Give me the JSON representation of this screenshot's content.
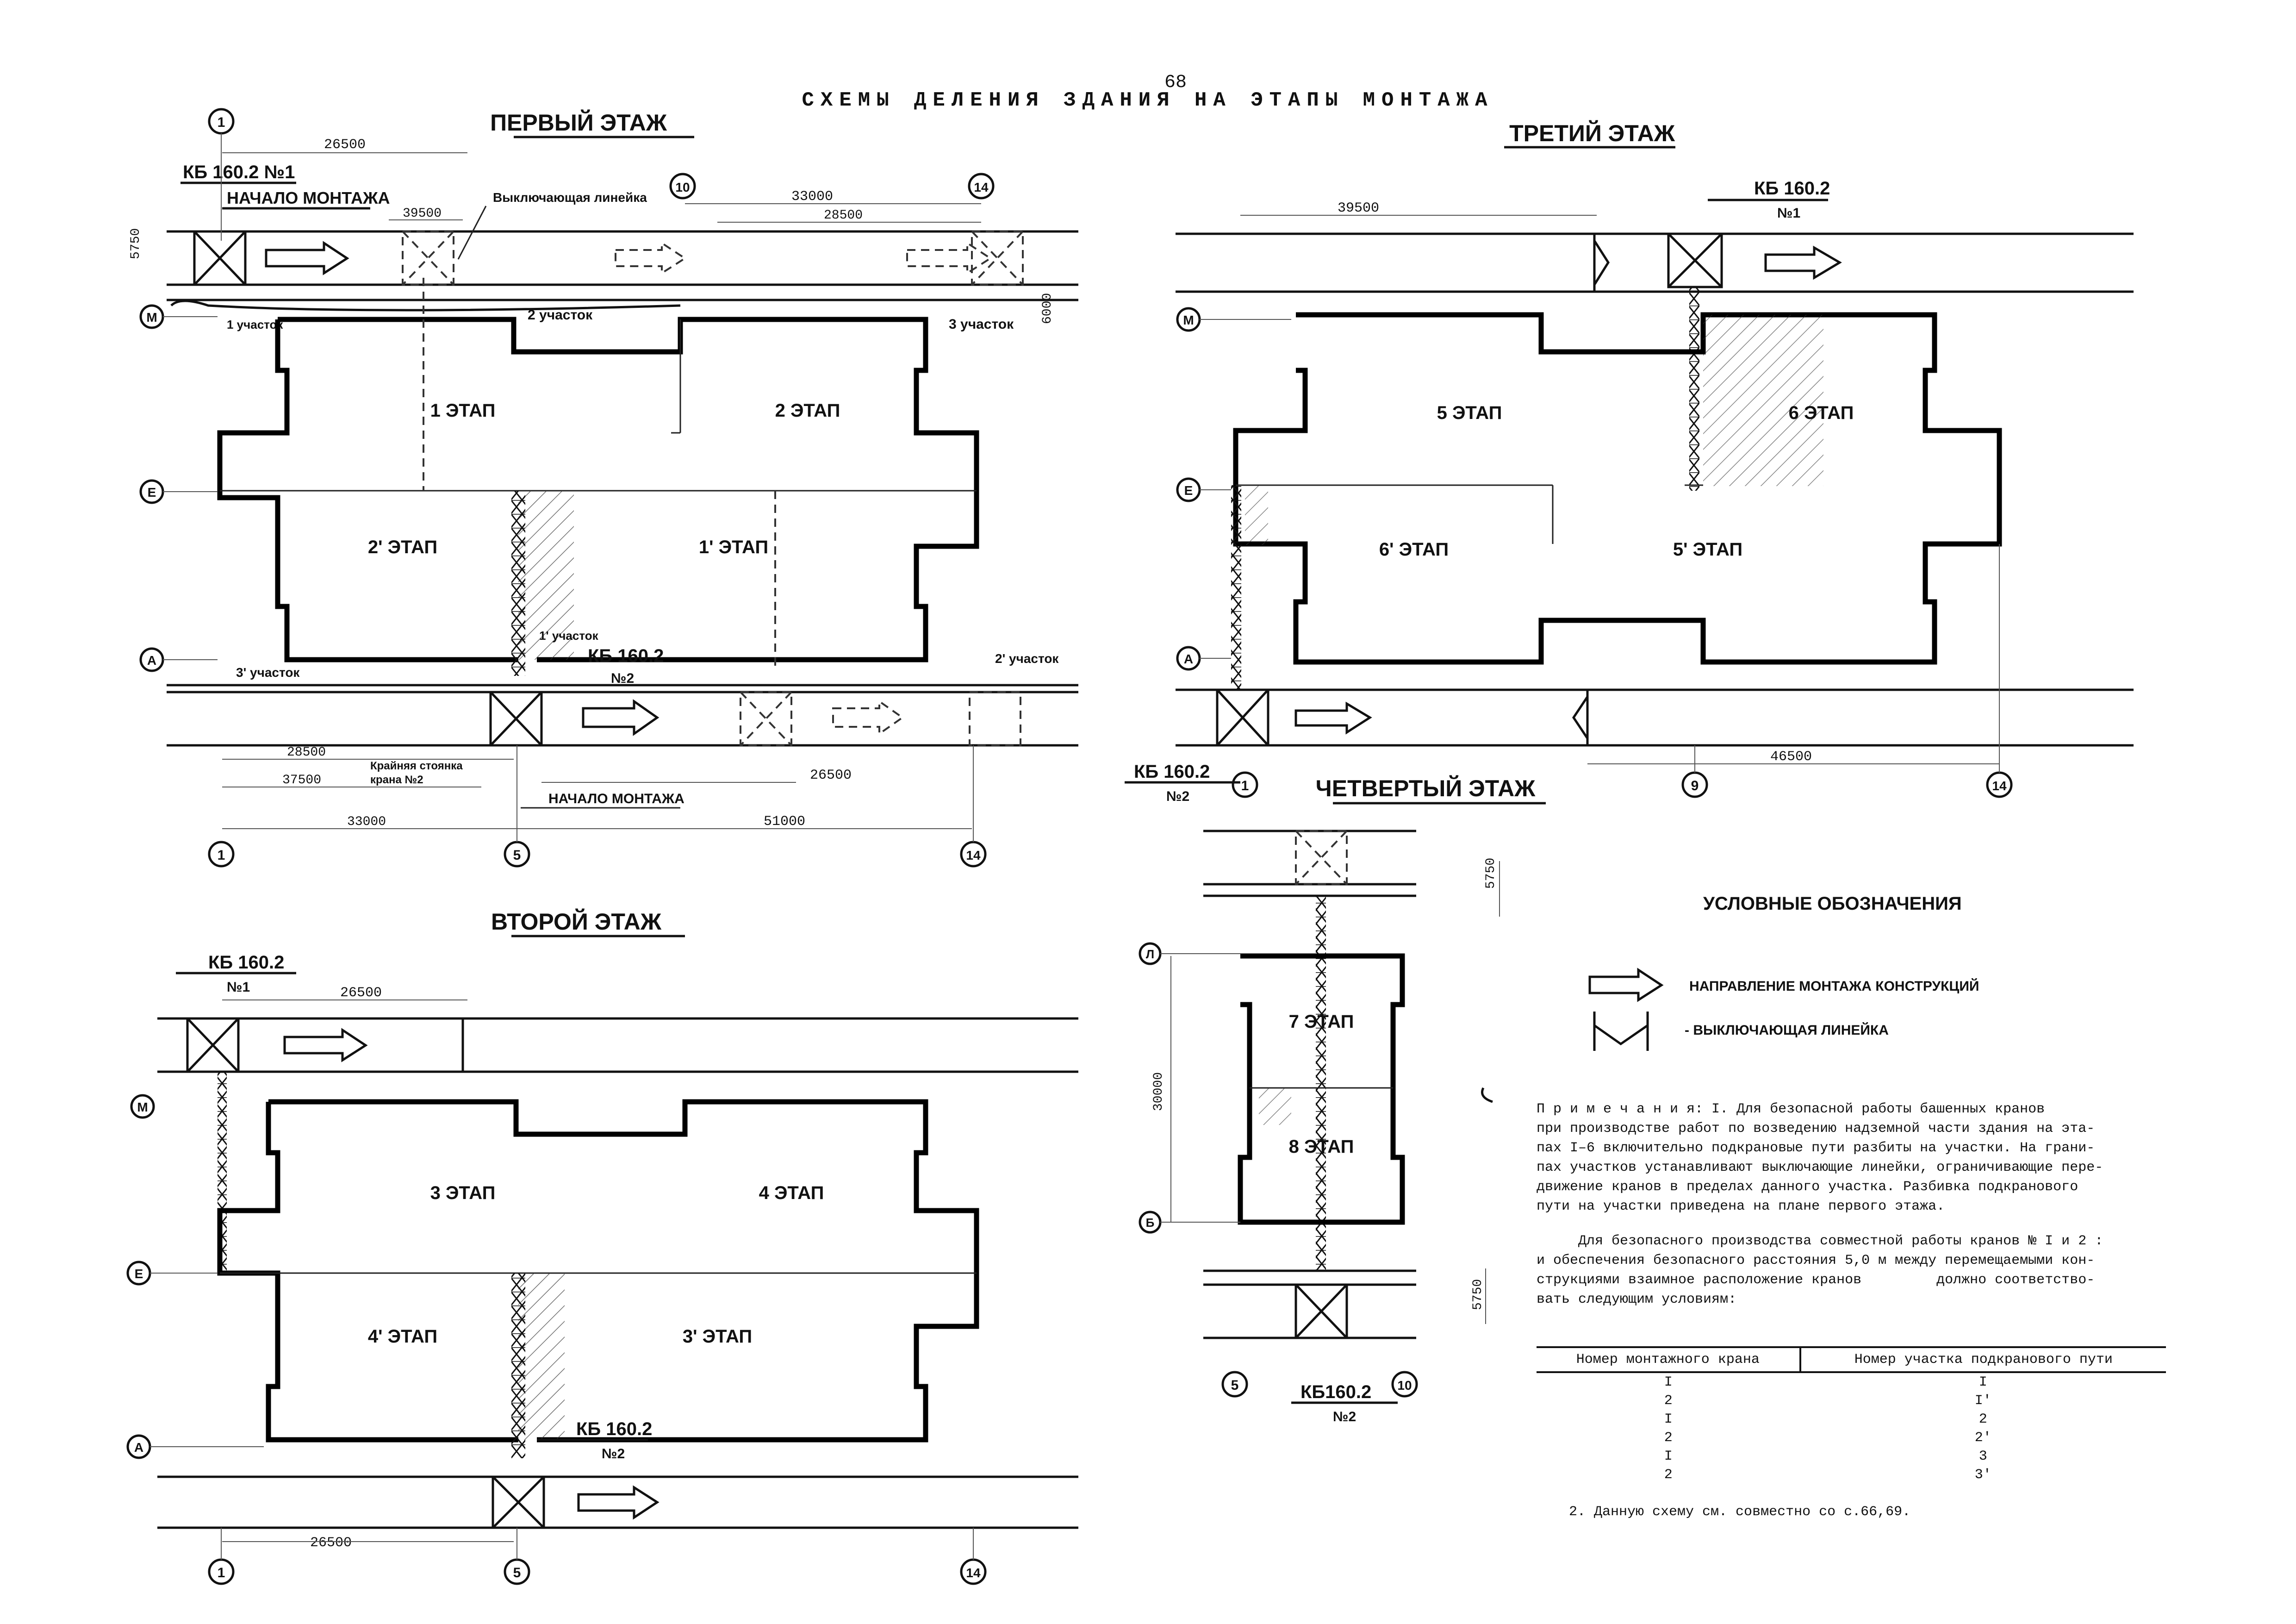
{
  "page_number": "68",
  "main_title": "СХЕМЫ ДЕЛЕНИЯ ЗДАНИЯ НА ЭТАПЫ МОНТАЖА",
  "plans": {
    "first": {
      "title": "ПЕРВЫЙ ЭТАЖ",
      "crane1": "КБ 160.2  №1",
      "crane2": "КБ 160.2",
      "crane2_no": "№2",
      "start1": "НАЧАЛО МОНТАЖА",
      "start2": "НАЧАЛО МОНТАЖА",
      "limit_switch": "Выключающая линейка",
      "extreme_stop": "Крайняя стоянка",
      "extreme_stop2": "крана №2",
      "sections": [
        "1 участок",
        "2 участок",
        "3 участок",
        "1' участок",
        "3' участок",
        "2' участок"
      ],
      "stages": [
        "1 ЭТАП",
        "2 ЭТАП",
        "2' ЭТАП",
        "1' ЭТАП"
      ],
      "dims": [
        "26500",
        "39500",
        "33000",
        "28500",
        "5750",
        "6000",
        "28500",
        "37500",
        "26500",
        "33000",
        "51000"
      ],
      "axes": [
        "1",
        "10",
        "14",
        "М",
        "Е",
        "А",
        "1",
        "5",
        "14"
      ]
    },
    "second": {
      "title": "ВТОРОЙ ЭТАЖ",
      "crane1": "КБ 160.2",
      "crane1_no": "№1",
      "crane2": "КБ 160.2",
      "crane2_no": "№2",
      "stages": [
        "3 ЭТАП",
        "4 ЭТАП",
        "4' ЭТАП",
        "3' ЭТАП"
      ],
      "dims": [
        "26500",
        "26500"
      ],
      "axes": [
        "М",
        "Е",
        "А",
        "1",
        "5",
        "14"
      ]
    },
    "third": {
      "title": "ТРЕТИЙ ЭТАЖ",
      "crane1": "КБ 160.2",
      "crane1_no": "№1",
      "crane2": "КБ 160.2",
      "crane2_no": "№2",
      "stages": [
        "5 ЭТАП",
        "6 ЭТАП",
        "6' ЭТАП",
        "5' ЭТАП"
      ],
      "dims": [
        "39500",
        "46500"
      ],
      "axes": [
        "М",
        "Е",
        "А",
        "1",
        "9",
        "14"
      ]
    },
    "fourth": {
      "title": "ЧЕТВЕРТЫЙ ЭТАЖ",
      "crane2": "КБ160.2",
      "crane2_no": "№2",
      "stages": [
        "7 ЭТАП",
        "8 ЭТАП"
      ],
      "dims": [
        "5750",
        "30000",
        "5750"
      ],
      "axes": [
        "Л",
        "Б",
        "5",
        "10"
      ]
    }
  },
  "legend": {
    "title": "УСЛОВНЫЕ ОБОЗНАЧЕНИЯ",
    "items": [
      "НАПРАВЛЕНИЕ МОНТАЖА КОНСТРУКЦИЙ",
      "- ВЫКЛЮЧАЮЩАЯ ЛИНЕЙКА"
    ]
  },
  "notes": {
    "para1": "П р и м е ч а н и я: I. Для безопасной работы башенных кранов\nпри производстве работ по возведению надземной части здания на эта-\nпах I–6 включительно подкрановые пути разбиты на участки. На грани-\nпах участков устанавливают выключающие линейки, ограничивающие пере-\nдвижение кранов в пределах данного участка. Разбивка подкранового\nпути на участки приведена на плане первого этажа.",
    "para2": "     Для безопасного производства совместной работы кранов № I и 2 :\nи обеспечения безопасного расстояния 5,0 м между перемещаемыми кон-\nструкциями взаимное расположение кранов         должно соответство-\nвать следующим условиям:",
    "table_headers": [
      "Номер монтажного крана",
      "Номер участка подкранового пути"
    ],
    "table_rows": [
      [
        "I",
        "I"
      ],
      [
        "2",
        "I'"
      ],
      [
        "I",
        "2"
      ],
      [
        "2",
        "2'"
      ],
      [
        "I",
        "3"
      ],
      [
        "2",
        "3'"
      ]
    ],
    "para3": "2. Данную схему см. совместно со с.66,69."
  }
}
